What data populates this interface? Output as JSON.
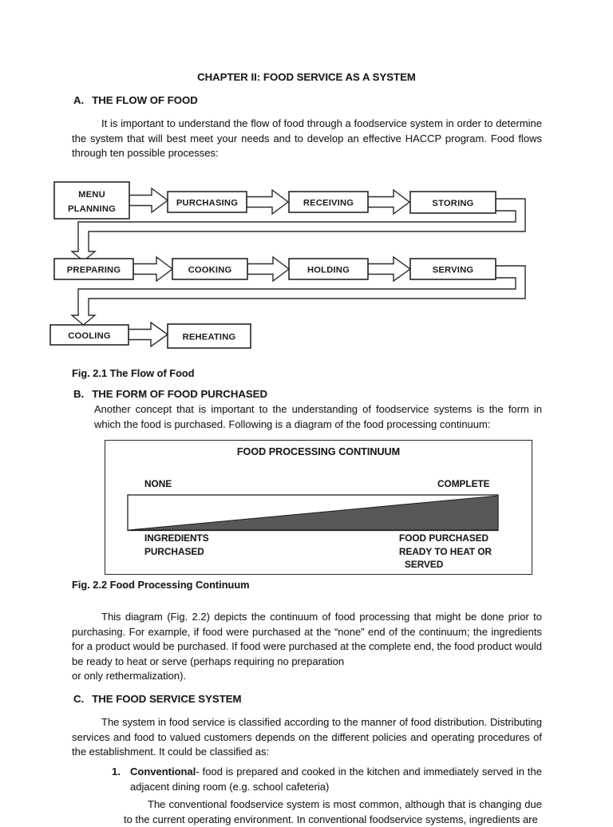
{
  "colors": {
    "page_background": "#ffffff",
    "text": "#222222",
    "diagram_stroke": "#2b2b2b",
    "triangle_fill": "#58585a"
  },
  "page": {
    "title": "CHAPTER II: FOOD SERVICE AS A SYSTEM"
  },
  "section_a": {
    "letter": "A.",
    "heading": "THE FLOW OF FOOD",
    "paragraph": "It is important to understand the flow of food through a foodservice system in order to determine the system that will best meet your needs and to develop an effective HACCP program.  Food flows through ten possible processes:"
  },
  "flow_diagram": {
    "caption": "Fig. 2.1 The Flow of Food",
    "boxes": {
      "menu_planning_line1": "MENU",
      "menu_planning_line2": "PLANNING",
      "purchasing": "PURCHASING",
      "receiving": "RECEIVING",
      "storing": "STORING",
      "preparing": "PREPARING",
      "cooking": "COOKING",
      "holding": "HOLDING",
      "serving": "SERVING",
      "cooling": "COOLING",
      "reheating": "REHEATING"
    }
  },
  "section_b": {
    "letter": "B.",
    "heading": "THE FORM OF FOOD PURCHASED",
    "paragraph": "Another concept that is important to the understanding of foodservice systems is the form in which the food is purchased.  Following is a diagram of the food processing continuum:"
  },
  "continuum": {
    "title": "FOOD PROCESSING CONTINUUM",
    "left_scale_label": "NONE",
    "right_scale_label": "COMPLETE",
    "left_caption_line1": "INGREDIENTS",
    "left_caption_line2": "PURCHASED",
    "right_caption_line1": "FOOD PURCHASED",
    "right_caption_line2": "READY TO HEAT OR",
    "right_caption_line3": "SERVED",
    "caption": "Fig. 2.2 Food Processing Continuum"
  },
  "continuum_paragraph": {
    "part1": "This diagram (Fig. 2.2) depicts the continuum of food processing that might be done prior to purchasing.  For example, if food were purchased at the “none” end of the continuum; the ingredients for a product would be purchased.  If food were purchased at the complete end, the food product would be ready to heat or serve (perhaps requiring no preparation",
    "part2": "or only rethermalization)."
  },
  "section_c": {
    "letter": "C.",
    "heading": "THE FOOD SERVICE SYSTEM",
    "paragraph": "The system in food service is classified according to the manner of food distribution. Distributing services and food to valued customers depends on the different policies and operating procedures of the establishment. It could be classified as:",
    "item_1": {
      "number": "1.",
      "term": "Conventional",
      "text": "- food is prepared and cooked in the kitchen and immediately served in the adjacent dining room (e.g. school cafeteria)"
    },
    "closing_paragraph": "The conventional foodservice system is most common, although that is changing due to the current operating environment.  In conventional foodservice systems, ingredients are"
  }
}
